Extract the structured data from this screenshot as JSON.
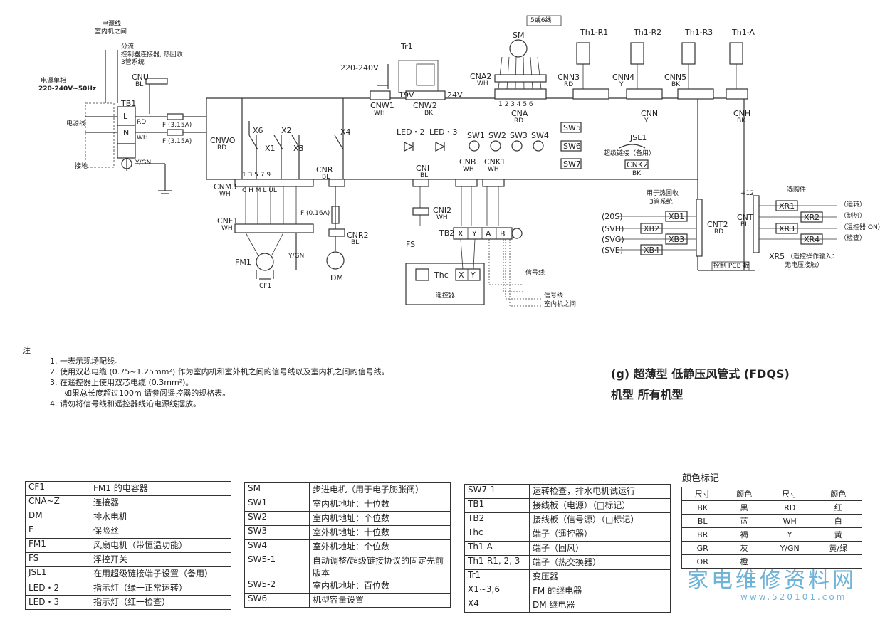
{
  "header_left": {
    "power_line": "电源线",
    "between_indoor": "室内机之间",
    "branch": "分流",
    "branch_note1": "控制器连接器, 热回收",
    "branch_note2": "3管系统",
    "supply": "电源单相",
    "supply_spec": "220-240V~50Hz",
    "cnu": "CNU",
    "cnu_color": "BL",
    "tb1": "TB1",
    "l": "L",
    "n": "N",
    "power_label": "电源线",
    "ground_label": "接地",
    "ygn": "Y/GN",
    "f1": "F (3.15A)",
    "f2": "F (3.15A)",
    "rd": "RD",
    "wh": "WH",
    "cnw0": "CNWO",
    "cnw0_color": "RD"
  },
  "relays": {
    "x6": "X6",
    "x2": "X2",
    "x1": "X1",
    "x3": "X3",
    "x4": "X4"
  },
  "top_section": {
    "tr1": "Tr1",
    "voltage": "220-240V",
    "cnw1": "CNW1",
    "cnw1_color": "WH",
    "v19": "19V",
    "v24": "24V",
    "cnw2": "CNW2",
    "cnw2_color": "BK",
    "sm": "SM",
    "sm_wires": "5或6线",
    "cna2": "CNA2",
    "cna2_color": "WH",
    "cna": "CNA",
    "cna_color": "RD",
    "cna_pins": "1 2 3 4 5 6",
    "th_r1": "Th1-R1",
    "th_r2": "Th1-R2",
    "th_r3": "Th1-R3",
    "th_a": "Th1-A",
    "cnn3": "CNN3",
    "cnn3_color": "RD",
    "cnn4": "CNN4",
    "cnn4_color": "Y",
    "cnn5": "CNN5",
    "cnn5_color": "BK",
    "cnn": "CNN",
    "cnn_color": "Y",
    "cnh": "CNH",
    "cnh_color": "BK"
  },
  "pcb": {
    "led2": "LED・2",
    "led3": "LED・3",
    "sw1": "SW1",
    "sw2": "SW2",
    "sw3": "SW3",
    "sw4": "SW4",
    "sw5": "SW5",
    "sw6": "SW6",
    "sw7": "SW7",
    "jsl1": "JSL1",
    "jsl1_note": "超级链接（备用）",
    "cnk2": "CNK2",
    "cnk2_color": "BK",
    "cni": "CNI",
    "cni_color": "BL",
    "cnb": "CNB",
    "cnb_color": "WH",
    "cnk1": "CNK1",
    "cnk1_color": "WH",
    "cni2": "CNI2",
    "cni2_color": "WH",
    "fs": "FS",
    "x": "X",
    "y": "Y",
    "a": "A",
    "b": "B",
    "tb2": "TB2",
    "thc": "Thc",
    "remote": "遥控器",
    "signal1": "信号线",
    "signal2": "信号线",
    "signal2b": "室内机之间",
    "pcb_label": "控制 PCB 板"
  },
  "fan": {
    "cnm3": "CNM3",
    "cnm3_color": "WH",
    "pins": "C  H  M  L  UL",
    "pin_nums": "1  3  5  7  9",
    "cnf1": "CNF1",
    "cnf1_color": "WH",
    "fm1": "FM1",
    "cf1": "CF1",
    "ygn": "Y/GN",
    "cnr": "CNR",
    "cnr_color": "BL",
    "fuse": "F (0.16A)",
    "cnr2": "CNR2",
    "cnr2_color": "BL",
    "dm": "DM"
  },
  "right_panel": {
    "heat_recovery": "用于热回收",
    "pipe3": "3管系统",
    "optional": "选购件",
    "xb1": "XB1",
    "xb2": "XB2",
    "xb3": "XB3",
    "xb4": "XB4",
    "s20s": "(20S)",
    "svh": "(SVH)",
    "svg": "(SVG)",
    "sve": "(SVE)",
    "cnt2": "CNT2",
    "cnt2_color": "RD",
    "cnt": "CNT",
    "cnt_color": "BL",
    "xr1": "XR1",
    "xr2": "XR2",
    "xr3": "XR3",
    "xr4": "XR4",
    "xr5": "XR5",
    "xr5_note1": "（遥控操作输入：",
    "xr5_note2": "无电压接触）",
    "r_run": "（运转）",
    "r_heat": "（制热）",
    "r_temp": "（温控器 ON）",
    "r_check": "（检查）",
    "plus12": "+12"
  },
  "notes": {
    "head": "注",
    "n1": "1.  一表示现场配线。",
    "n2": "2.  使用双芯电缆 (0.75~1.25mm²) 作为室内机和室外机之间的信号线以及室内机之间的信号线。",
    "n3": "3.  在遥控器上使用双芯电缆 (0.3mm²)。",
    "n3b": "如果总长度超过100m 请参阅遥控器的规格表。",
    "n4": "4.  请勿将信号线和遥控器线沿电源线摆放。"
  },
  "model_title": {
    "line1": "(g) 超薄型 低静压风管式 (FDQS)",
    "line2": "机型 所有机型"
  },
  "legend1": [
    [
      "CF1",
      "FM1 的电容器"
    ],
    [
      "CNA~Z",
      "连接器"
    ],
    [
      "DM",
      "排水电机"
    ],
    [
      "F",
      "保险丝"
    ],
    [
      "FM1",
      "风扇电机（带恒温功能）"
    ],
    [
      "FS",
      "浮控开关"
    ],
    [
      "JSL1",
      "在用超级链接端子设置（备用）"
    ],
    [
      "LED・2",
      "指示灯（绿一正常运转）"
    ],
    [
      "LED・3",
      "指示灯（红一检查）"
    ]
  ],
  "legend2": [
    [
      "SM",
      "步进电机（用于电子膨胀阀）"
    ],
    [
      "SW1",
      "室内机地址：十位数"
    ],
    [
      "SW2",
      "室内机地址：个位数"
    ],
    [
      "SW3",
      "室外机地址：十位数"
    ],
    [
      "SW4",
      "室外机地址：个位数"
    ],
    [
      "SW5-1",
      "自动调整/超级链接协议的固定先前版本"
    ],
    [
      "SW5-2",
      "室内机地址：百位数"
    ],
    [
      "SW6",
      "机型容量设置"
    ]
  ],
  "legend3": [
    [
      "SW7-1",
      "运转检查，排水电机试运行"
    ],
    [
      "TB1",
      "接线板（电源）（□标记）"
    ],
    [
      "TB2",
      "接线板（信号源）（□标记）"
    ],
    [
      "Thc",
      "端子（遥控器）"
    ],
    [
      "Th1-A",
      "端子（回风）"
    ],
    [
      "Th1-R1, 2, 3",
      "端子（热交换器）"
    ],
    [
      "Tr1",
      "变压器"
    ],
    [
      "X1~3,6",
      "FM 的继电器"
    ],
    [
      "X4",
      "DM 继电器"
    ]
  ],
  "color_table": {
    "title": "颜色标记",
    "head": [
      "尺寸",
      "颜色",
      "尺寸",
      "颜色"
    ],
    "rows": [
      [
        "BK",
        "黑",
        "RD",
        "红"
      ],
      [
        "BL",
        "蓝",
        "WH",
        "白"
      ],
      [
        "BR",
        "褐",
        "Y",
        "黄"
      ],
      [
        "GR",
        "灰",
        "Y/GN",
        "黄/绿"
      ],
      [
        "OR",
        "橙",
        "",
        ""
      ]
    ]
  },
  "watermark": {
    "text": "家电维修资料网",
    "url": "www.520101.com"
  }
}
